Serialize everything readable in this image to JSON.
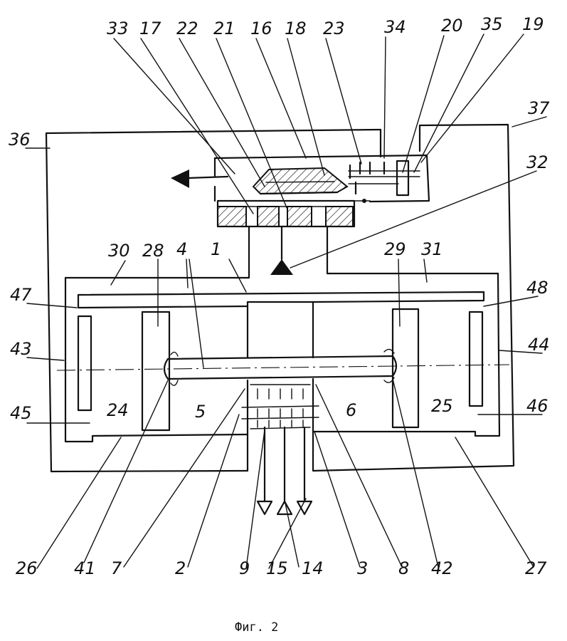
{
  "caption": "Фиг. 2",
  "labels": {
    "n33": "33",
    "n17": "17",
    "n22": "22",
    "n21": "21",
    "n16": "16",
    "n18": "18",
    "n23": "23",
    "n34": "34",
    "n20": "20",
    "n35": "35",
    "n19": "19",
    "n37": "37",
    "n36": "36",
    "n32": "32",
    "n30": "30",
    "n28": "28",
    "n4": "4",
    "n1": "1",
    "n29": "29",
    "n31": "31",
    "n47": "47",
    "n48": "48",
    "n43": "43",
    "n44": "44",
    "n45": "45",
    "n24": "24",
    "n5": "5",
    "n6": "6",
    "n25": "25",
    "n46": "46",
    "n26": "26",
    "n41": "41",
    "n7": "7",
    "n2": "2",
    "n9": "9",
    "n15": "15",
    "n14": "14",
    "n3": "3",
    "n8": "8",
    "n42": "42",
    "n27": "27"
  }
}
